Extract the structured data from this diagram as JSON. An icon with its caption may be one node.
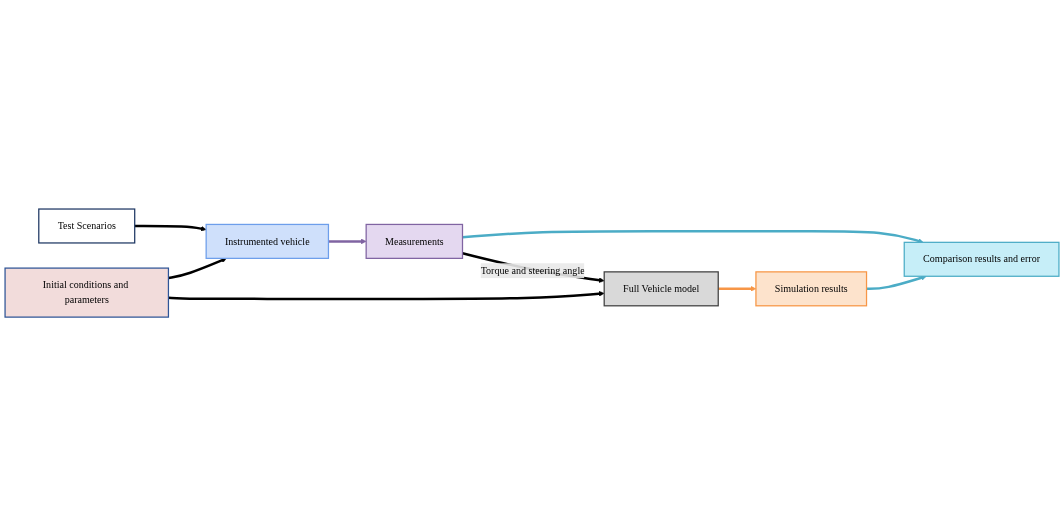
{
  "diagram": {
    "nodes": [
      {
        "text": [
          "Test Scenarios"
        ]
      },
      {
        "text": [
          "Instrumented vehicle"
        ]
      },
      {
        "text": [
          "Measurements"
        ]
      },
      {
        "text": [
          "Initial conditions and parameters"
        ]
      },
      {
        "text": [
          "Comparison results and error"
        ]
      },
      {
        "text": [
          "Full Vehicle model"
        ]
      },
      {
        "text": [
          "Simulation results"
        ]
      }
    ],
    "edges": [
      {
        "from": 0,
        "to": 1,
        "arrow": "to"
      },
      {
        "from": 3,
        "to": 1,
        "arrow": "to"
      },
      {
        "from": 1,
        "to": 2,
        "arrow": "to",
        "color": "#8064a2"
      },
      {
        "from": 2,
        "to": 4,
        "arrow": "to",
        "color": "#4bacc6"
      },
      {
        "from": 2,
        "to": 5,
        "arrow": "to",
        "label": "Torque and steering angle"
      },
      {
        "from": 3,
        "to": 5,
        "arrow": "to"
      },
      {
        "from": 5,
        "to": 6,
        "arrow": "to",
        "color": "#f79646"
      },
      {
        "from": 6,
        "to": 4,
        "arrow": "to",
        "color": "#4bacc6"
      }
    ]
  }
}
